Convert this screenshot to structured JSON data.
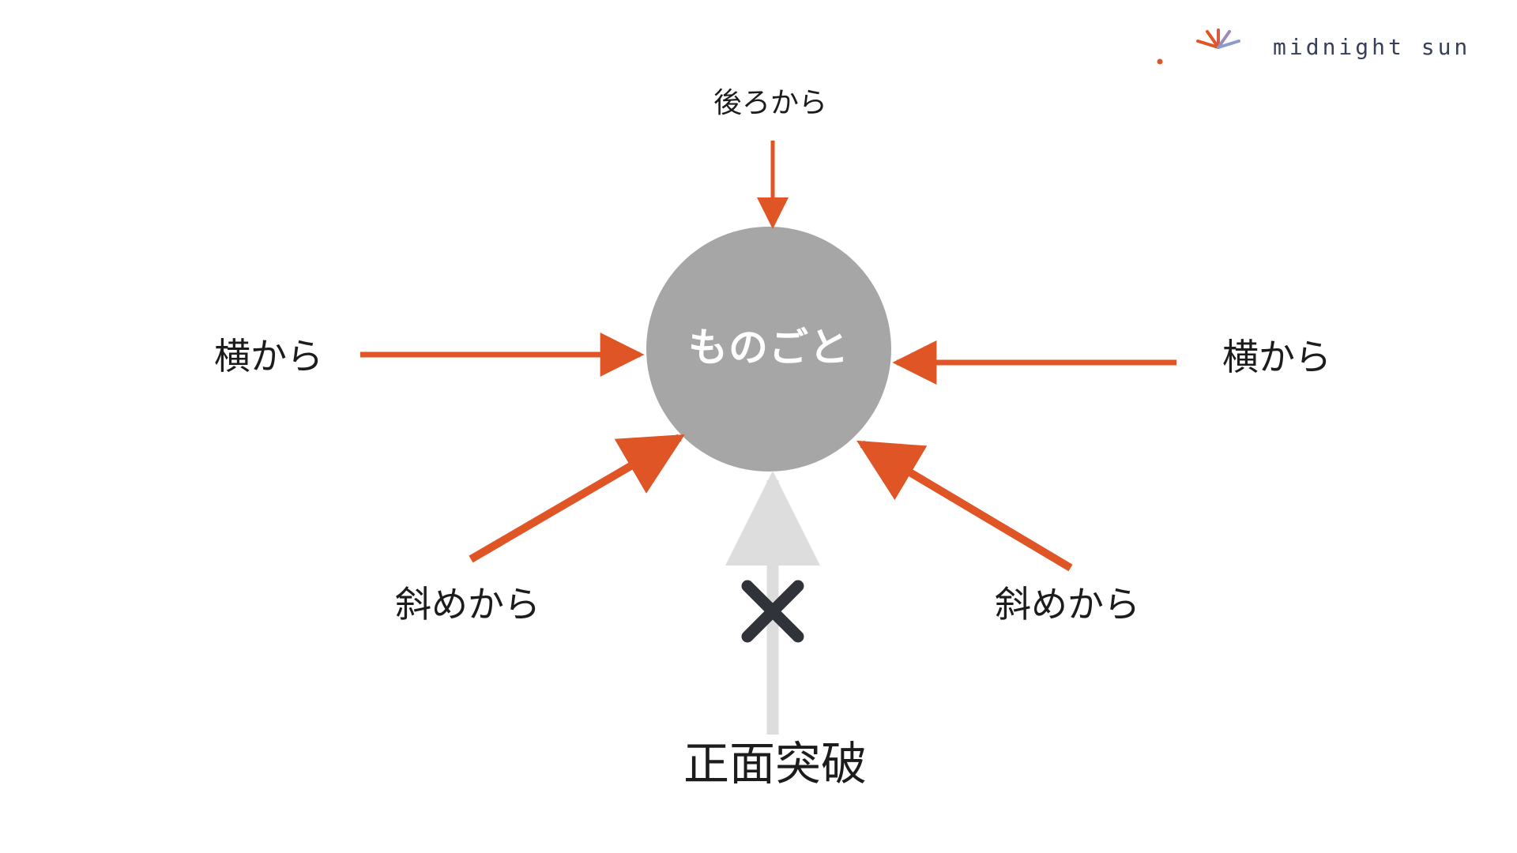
{
  "colors": {
    "accent": "#DF5526",
    "circle": "#A6A6A6",
    "blocked_arrow": "#DDDDDD",
    "cross": "#30333A",
    "text": "#1C1C1C"
  },
  "logo": {
    "text": "midnight sun"
  },
  "center": {
    "label": "ものごと"
  },
  "labels": {
    "back": "後ろから",
    "side_left": "横から",
    "side_right": "横から",
    "diagonal_left": "斜めから",
    "diagonal_right": "斜めから",
    "front": "正面突破"
  },
  "icons": {
    "blocked": "cross-icon"
  }
}
